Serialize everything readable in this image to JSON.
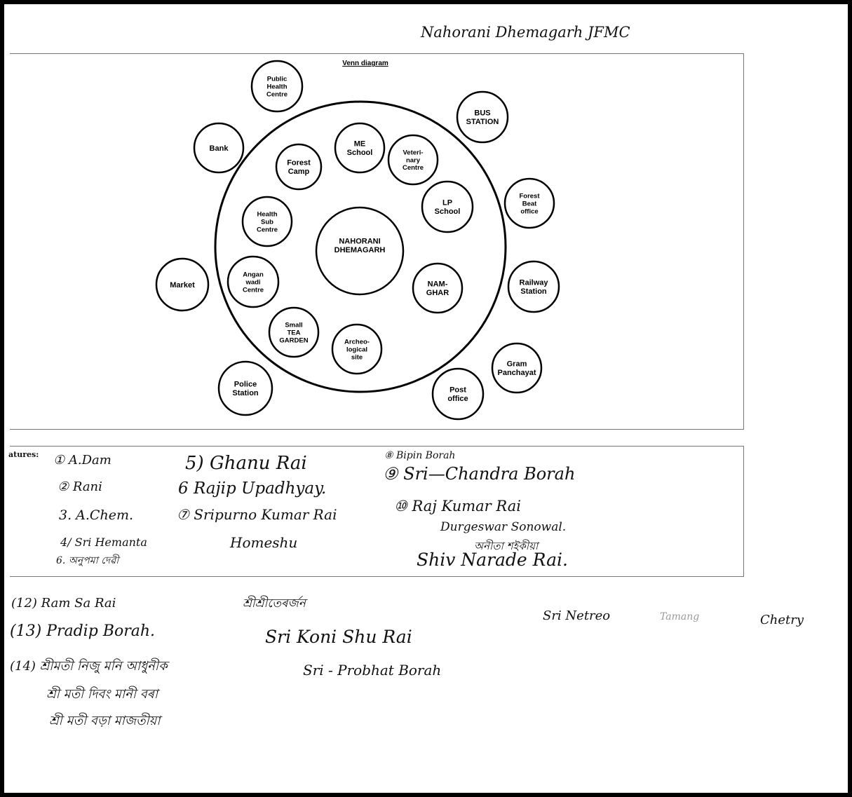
{
  "header": {
    "title": "Nahorani Dhemagarh JFMC"
  },
  "diagram": {
    "caption": "Venn diagram",
    "center_lines": [
      "NAHORANI",
      "DHEMAGARH"
    ],
    "inner": [
      {
        "id": "me-school",
        "lines": [
          "ME",
          "School"
        ]
      },
      {
        "id": "veterinary-centre",
        "lines": [
          "Veteri-",
          "nary",
          "Centre"
        ]
      },
      {
        "id": "lp-school",
        "lines": [
          "LP",
          "School"
        ]
      },
      {
        "id": "namghar",
        "lines": [
          "NAM-",
          "GHAR"
        ]
      },
      {
        "id": "archaeological-site",
        "lines": [
          "Archeo-",
          "logical",
          "site"
        ]
      },
      {
        "id": "small-tea-garden",
        "lines": [
          "Small",
          "TEA",
          "GARDEN"
        ]
      },
      {
        "id": "anganwadi-centre",
        "lines": [
          "Angan",
          "wadi",
          "Centre"
        ]
      },
      {
        "id": "health-sub-centre",
        "lines": [
          "Health",
          "Sub",
          "Centre"
        ]
      },
      {
        "id": "forest-camp",
        "lines": [
          "Forest",
          "Camp"
        ]
      }
    ],
    "outer": [
      {
        "id": "public-health-centre",
        "lines": [
          "Public",
          "Health",
          "Centre"
        ]
      },
      {
        "id": "bank",
        "lines": [
          "Bank"
        ]
      },
      {
        "id": "bus-station",
        "lines": [
          "BUS",
          "STATION"
        ]
      },
      {
        "id": "forest-beat-office",
        "lines": [
          "Forest",
          "Beat",
          "office"
        ]
      },
      {
        "id": "railway-station",
        "lines": [
          "Railway",
          "Station"
        ]
      },
      {
        "id": "gram-panchayat",
        "lines": [
          "Gram",
          "Panchayat"
        ]
      },
      {
        "id": "post-office",
        "lines": [
          "Post",
          "office"
        ]
      },
      {
        "id": "police-station",
        "lines": [
          "Police",
          "Station"
        ]
      },
      {
        "id": "market",
        "lines": [
          "Market"
        ]
      }
    ]
  },
  "signatures": {
    "label": "atures:",
    "col1": [
      "① A.Dam",
      "② Rani",
      "3. A.Chem.",
      "4/ Sri Hemanta",
      "6. অনুপমা দেৱী"
    ],
    "col2": [
      "5) Ghanu Rai",
      "6 Rajip Upadhyay.",
      "⑦ Sripurno Kumar Rai",
      "Homeshu"
    ],
    "col3": [
      "⑧ Bipin Borah",
      "⑨ Sri—Chandra Borah",
      "⑩ Raj Kumar Rai",
      "Durgeswar Sonowal.",
      "অনীতা শইকীয়া",
      "Shiv Narade Rai."
    ]
  },
  "notes": {
    "col1": [
      "(12) Ram Sa Rai",
      "(13) Pradip Borah.",
      "(14) শ্ৰীমতী নিজু মনি আধুনীক",
      "শ্ৰী মতী দিবং মানী বৰা",
      "শ্ৰী মতী বড়া মাজতীয়া"
    ],
    "col2": [
      "শ্ৰীশ্ৰীতেৰৰ্জন",
      "Sri Koni Shu Rai",
      "Sri - Probhat Borah"
    ],
    "col3": [
      "Sri Netreo",
      "Chetry"
    ],
    "col3_faint": "Tamang"
  }
}
